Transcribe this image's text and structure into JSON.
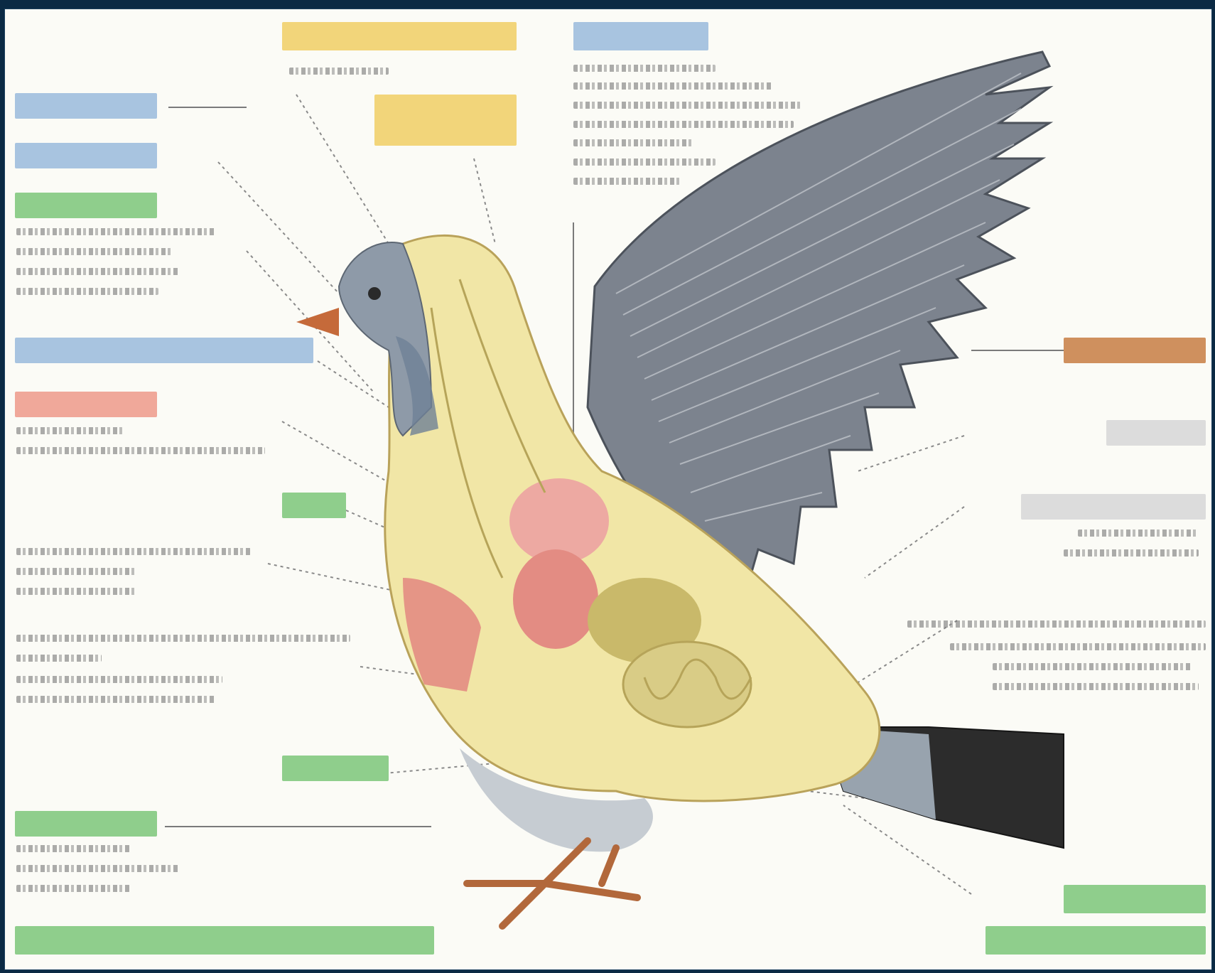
{
  "diagram": {
    "labels": [
      {
        "id": "tag-top-center-yellow",
        "color": "#f2d57a"
      },
      {
        "id": "tag-top-blue",
        "color": "#a8c4e0"
      },
      {
        "id": "tag-left-blue-1",
        "color": "#a8c4e0"
      },
      {
        "id": "tag-left-blue-2",
        "color": "#a8c4e0"
      },
      {
        "id": "tag-left-green-1",
        "color": "#8fce8c"
      },
      {
        "id": "tag-left-blue-3",
        "color": "#a8c4e0"
      },
      {
        "id": "tag-left-red",
        "color": "#f0a89a"
      },
      {
        "id": "tag-center-green",
        "color": "#8fce8c"
      },
      {
        "id": "tag-right-orange",
        "color": "#cf905e"
      },
      {
        "id": "tag-right-grey-1",
        "color": "#dcdcdc"
      },
      {
        "id": "tag-right-grey-2",
        "color": "#dcdcdc"
      },
      {
        "id": "tag-lower-green",
        "color": "#8fce8c"
      },
      {
        "id": "tag-bottom-left-green",
        "color": "#8fce8c"
      },
      {
        "id": "tag-bottom-wide-green",
        "color": "#8fce8c"
      },
      {
        "id": "tag-bottom-right-green-1",
        "color": "#8fce8c"
      },
      {
        "id": "tag-bottom-right-green-2",
        "color": "#8fce8c"
      },
      {
        "id": "tag-yellow-2",
        "color": "#f2d57a"
      }
    ],
    "colors": {
      "background": "#fbfbf6",
      "frame": "#0b2a44",
      "wing": "#7c838e",
      "body": "#f1e6a6",
      "head": "#8e9aa8",
      "beak": "#c56a3a",
      "tail": "#2c2c2c",
      "organ_red": "#e38c83",
      "organ_olive": "#c9b96a"
    }
  }
}
